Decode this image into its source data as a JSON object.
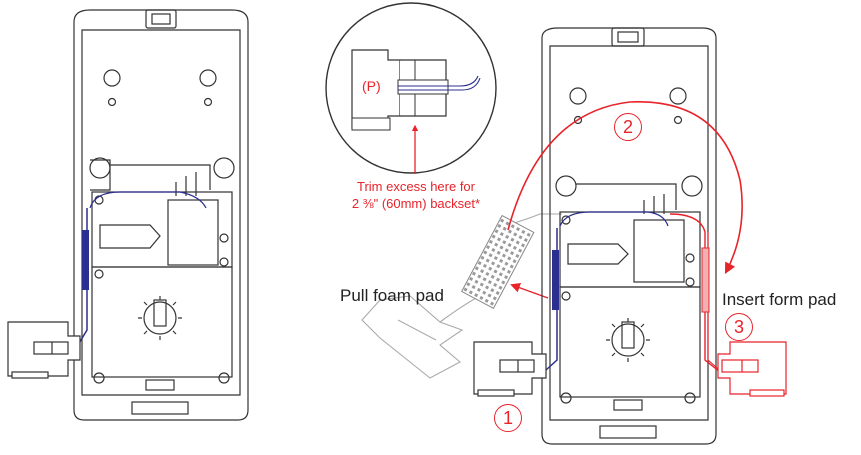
{
  "labels": {
    "pull_foam_pad": "Pull foam pad",
    "insert_form_pad": "Insert form pad",
    "trim_line1": "Trim excess here for",
    "trim_line2": "2 ⅜\" (60mm) backset*",
    "piece_label": "(P)"
  },
  "steps": {
    "step1": "1",
    "step2": "2",
    "step3": "3"
  },
  "colors": {
    "accent_red": "#e8232a",
    "cable_blue": "#2b2f8f",
    "outline": "#333333"
  }
}
